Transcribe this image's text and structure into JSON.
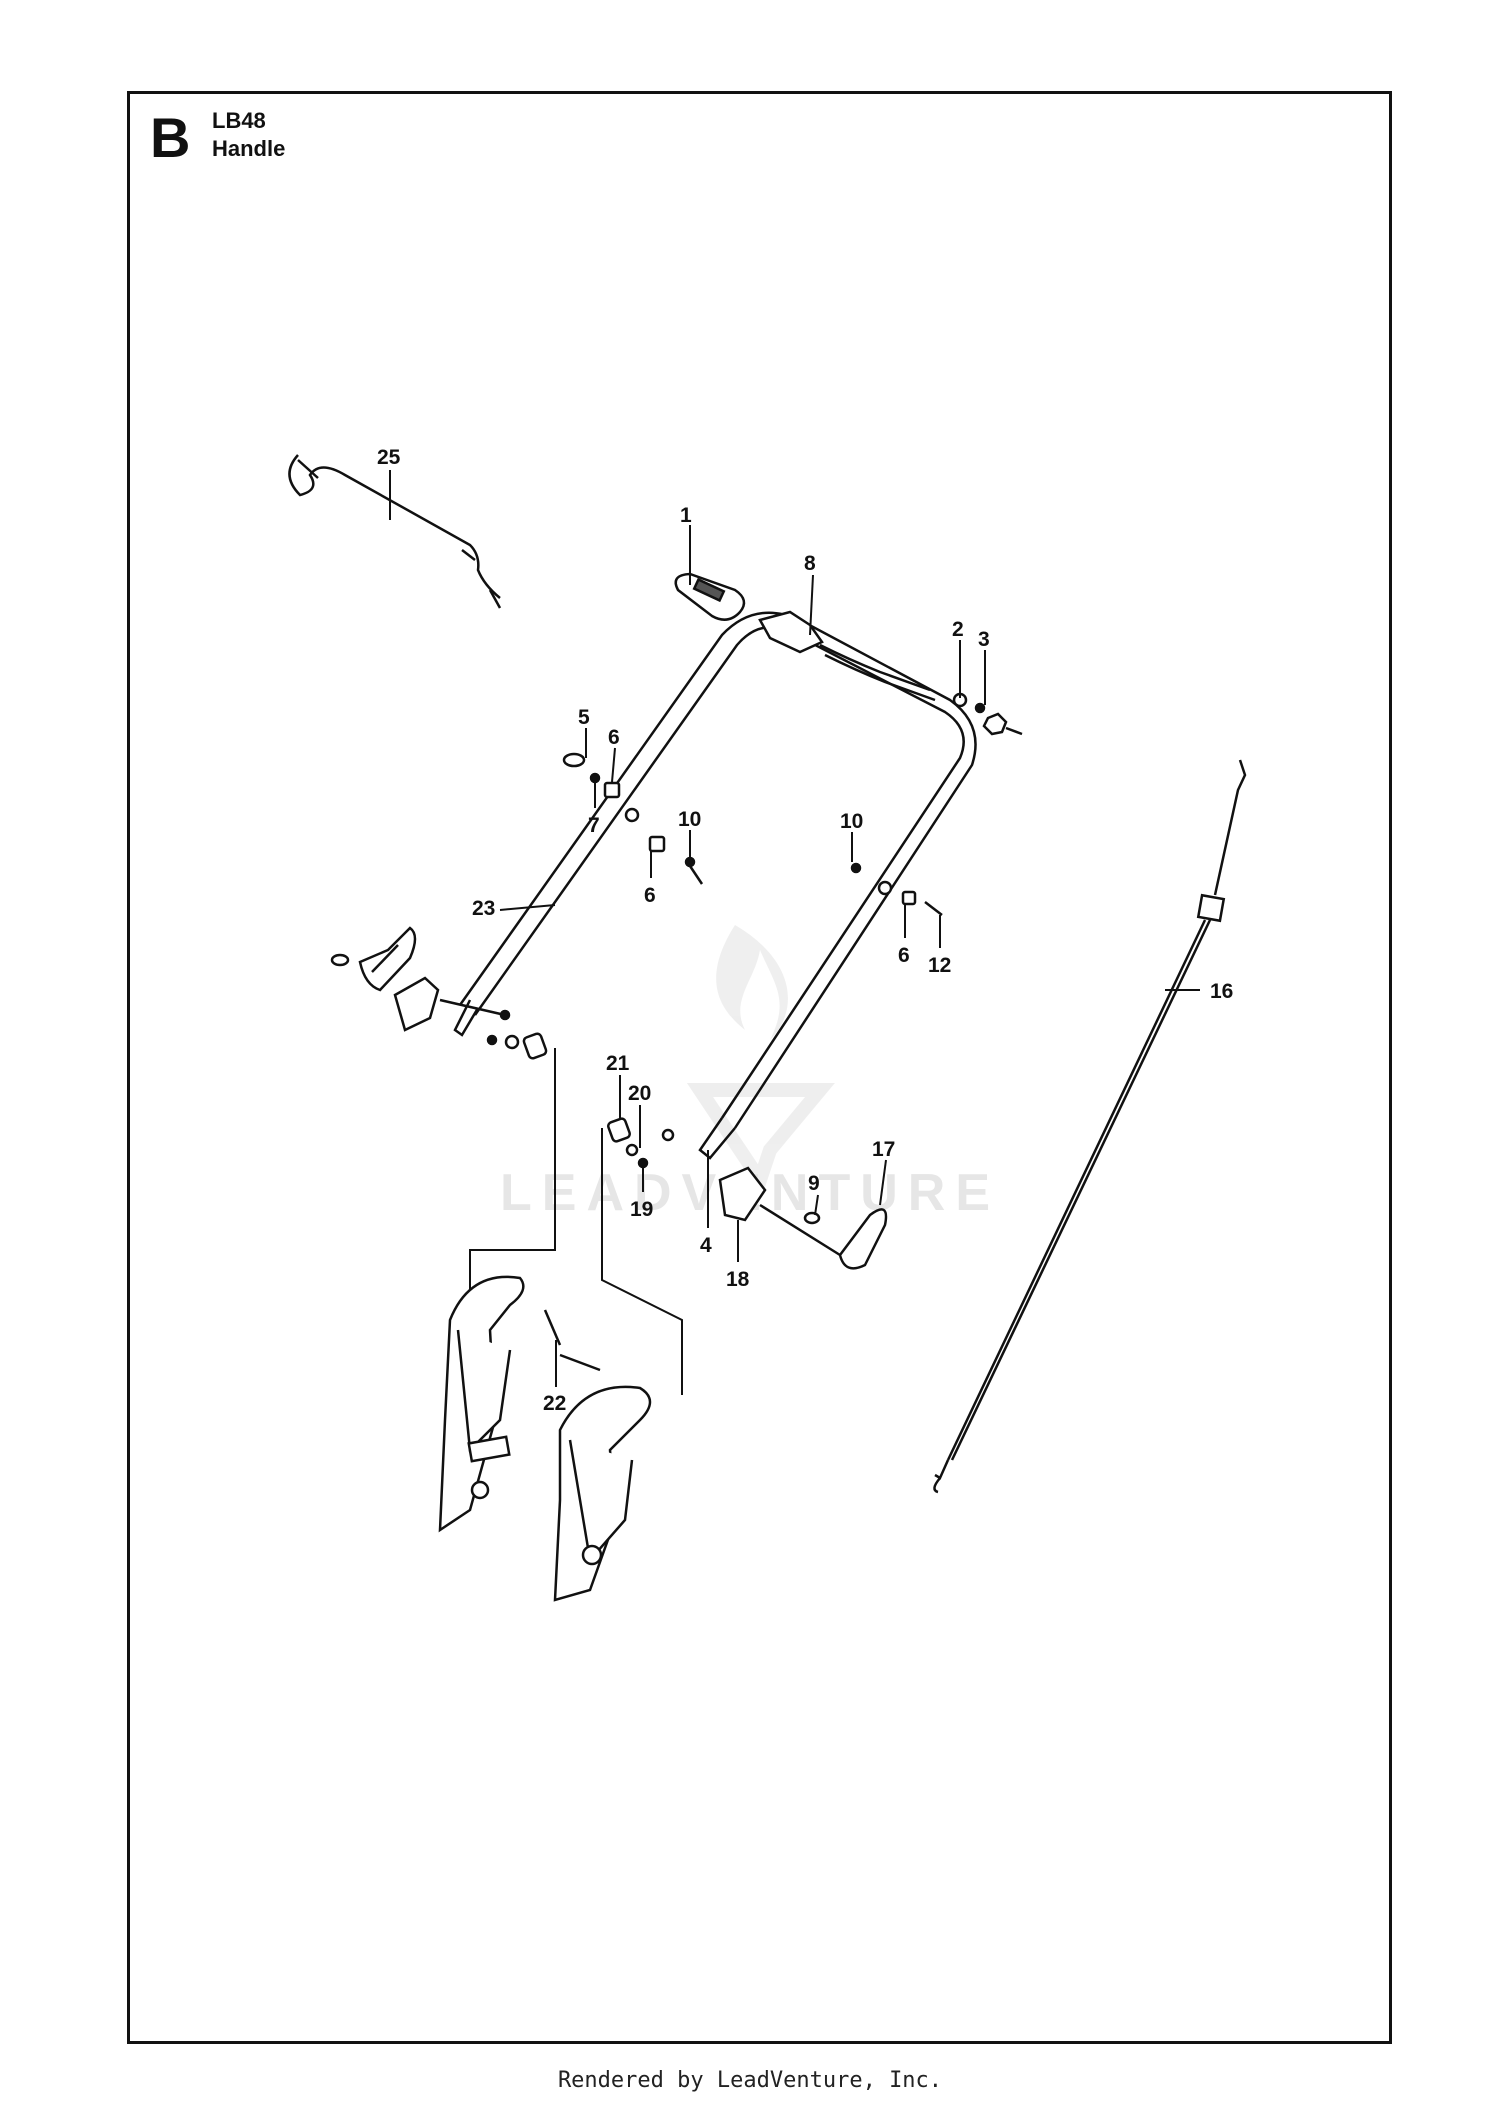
{
  "header": {
    "section": "B",
    "model": "LB48",
    "title": "Handle"
  },
  "watermark": {
    "text": "LEADVENTURE"
  },
  "callouts": [
    "1",
    "2",
    "3",
    "4",
    "5",
    "6",
    "6",
    "6",
    "7",
    "8",
    "9",
    "10",
    "10",
    "12",
    "16",
    "17",
    "18",
    "19",
    "20",
    "21",
    "22",
    "23",
    "25"
  ],
  "footer": {
    "text": "Rendered by LeadVenture, Inc."
  }
}
